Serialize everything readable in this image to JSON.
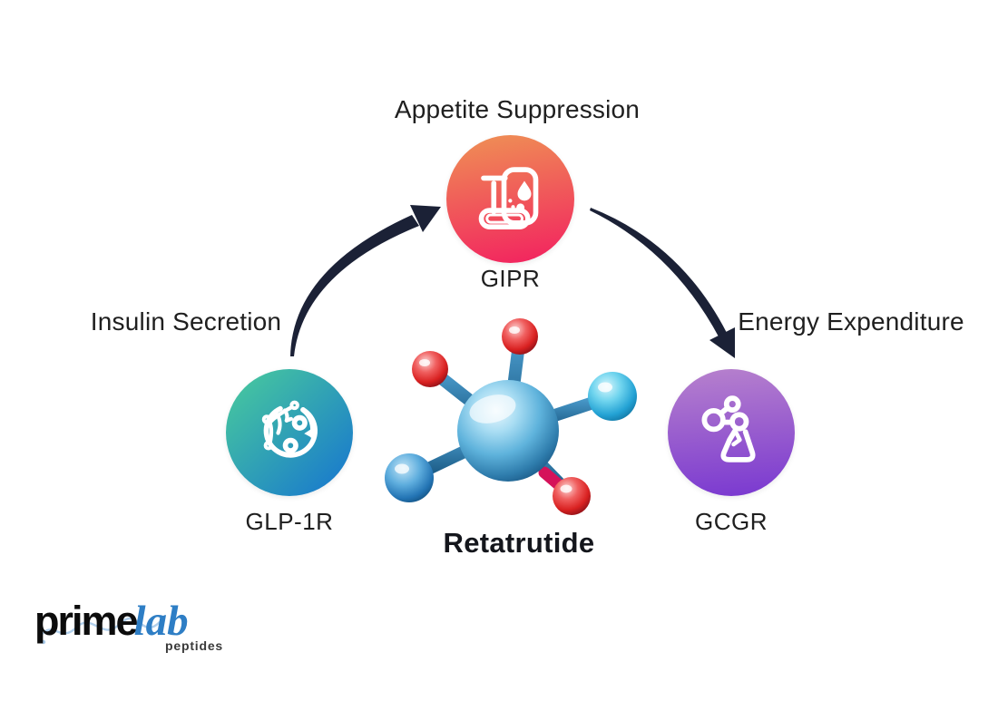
{
  "diagram": {
    "molecule_label": "Retatrutide",
    "receptors": {
      "gipr": {
        "name": "GIPR",
        "effect": "Appetite Suppression",
        "icon": "medicine-droplet-icon",
        "gradient_start": "#EF8C55",
        "gradient_end": "#F2255F"
      },
      "glp1r": {
        "name": "GLP-1R",
        "effect": "Insulin Secretion",
        "icon": "cell-renewal-icon",
        "gradient_start": "#46C69F",
        "gradient_end": "#1878CE"
      },
      "gcgr": {
        "name": "GCGR",
        "effect": "Energy Expenditure",
        "icon": "flask-molecule-icon",
        "gradient_start": "#B57FCD",
        "gradient_end": "#7B3AD0"
      }
    },
    "arrow_color": "#1B2136",
    "molecule_colors": {
      "center_sphere": "#7EC8E8",
      "red_sphere": "#D92121",
      "cyan_sphere": "#23A2D4",
      "blue_sphere": "#2374B4",
      "bond": "#2B7DB5",
      "bond_accent": "#D5125A"
    }
  },
  "logo": {
    "prime": "prime",
    "lab": "lab",
    "tagline": "peptides",
    "prime_color": "#0c0c0c",
    "lab_color": "#2E7EC5",
    "scribble_color": "#6FA8DC"
  }
}
